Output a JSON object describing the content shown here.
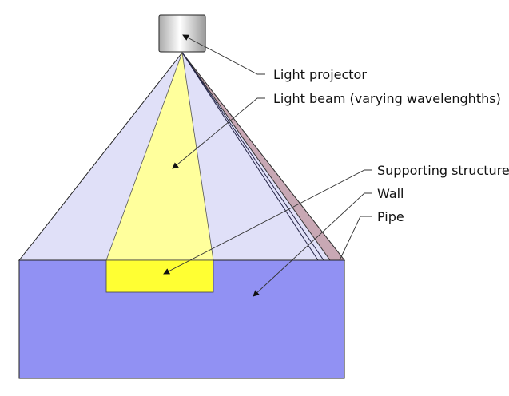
{
  "labels": {
    "light_projector": "Light projector",
    "light_beam": "Light beam (varying wavelenghths)",
    "supporting_structure": "Supporting structure",
    "wall": "Wall",
    "pipe": "Pipe"
  },
  "colors": {
    "wall_box": "#9191f3",
    "support_fill": "#e0e0f8",
    "beam_fill": "#ffff9c",
    "beam_on_wall": "#ffff33",
    "pipe_band": "#c8a8b4",
    "outline": "#222222"
  }
}
